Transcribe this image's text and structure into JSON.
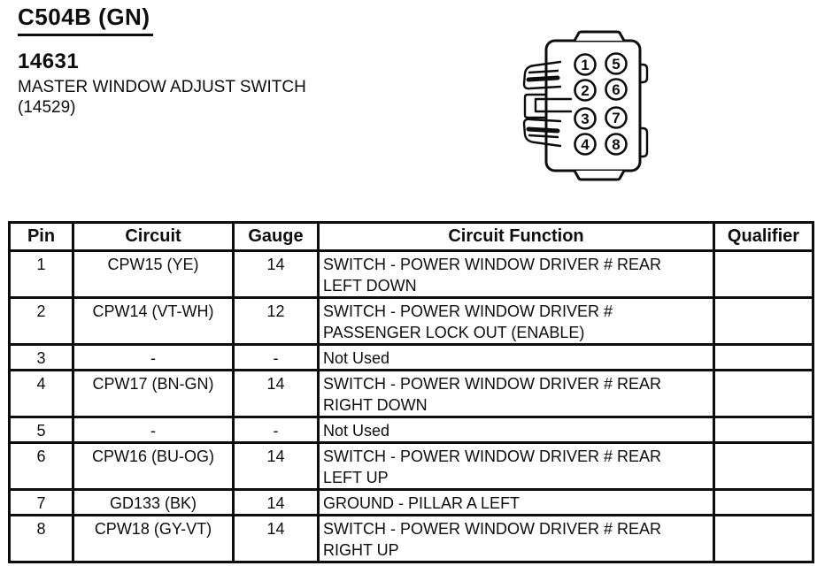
{
  "header": {
    "connector_id": "C504B (GN)",
    "part_number": "14631",
    "part_name": "MASTER WINDOW ADJUST SWITCH",
    "part_name_alt": "(14529)"
  },
  "connector_diagram": {
    "description": "8-cavity connector face view with side latch",
    "pins": [
      "1",
      "2",
      "3",
      "4",
      "5",
      "6",
      "7",
      "8"
    ]
  },
  "table": {
    "headers": [
      "Pin",
      "Circuit",
      "Gauge",
      "Circuit Function",
      "Qualifier"
    ],
    "rows": [
      {
        "pin": "1",
        "circuit": "CPW15 (YE)",
        "gauge": "14",
        "function": "SWITCH - POWER WINDOW DRIVER # REAR\nLEFT DOWN",
        "qualifier": ""
      },
      {
        "pin": "2",
        "circuit": "CPW14 (VT-WH)",
        "gauge": "12",
        "function": "SWITCH - POWER WINDOW DRIVER #\nPASSENGER LOCK OUT (ENABLE)",
        "qualifier": ""
      },
      {
        "pin": "3",
        "circuit": "-",
        "gauge": "-",
        "function": "Not Used",
        "qualifier": ""
      },
      {
        "pin": "4",
        "circuit": "CPW17 (BN-GN)",
        "gauge": "14",
        "function": "SWITCH - POWER WINDOW DRIVER # REAR\nRIGHT DOWN",
        "qualifier": ""
      },
      {
        "pin": "5",
        "circuit": "-",
        "gauge": "-",
        "function": "Not Used",
        "qualifier": ""
      },
      {
        "pin": "6",
        "circuit": "CPW16 (BU-OG)",
        "gauge": "14",
        "function": "SWITCH - POWER WINDOW DRIVER # REAR\nLEFT UP",
        "qualifier": ""
      },
      {
        "pin": "7",
        "circuit": "GD133 (BK)",
        "gauge": "14",
        "function": "GROUND - PILLAR A LEFT",
        "qualifier": ""
      },
      {
        "pin": "8",
        "circuit": "CPW18 (GY-VT)",
        "gauge": "14",
        "function": "SWITCH - POWER WINDOW DRIVER # REAR\nRIGHT UP",
        "qualifier": ""
      }
    ]
  },
  "colors": {
    "ink": "#0d0d0d",
    "paper": "#ffffff"
  }
}
